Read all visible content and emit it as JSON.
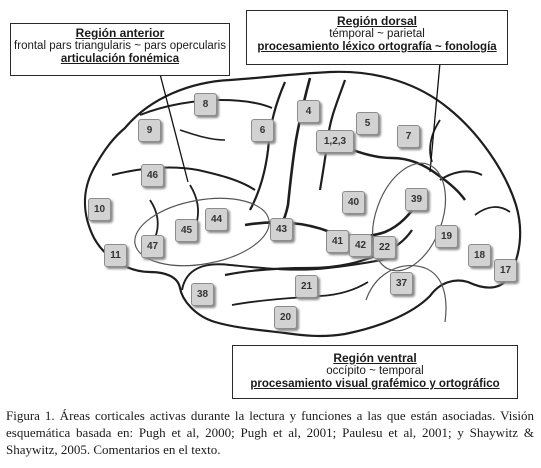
{
  "regions": {
    "anterior": {
      "title": "Región anterior",
      "areas": "frontal pars triangularis ~ pars opercularis",
      "function": "articulación fonémica"
    },
    "dorsal": {
      "title": "Región dorsal",
      "areas": "témporal ~ parietal",
      "function": "procesamiento léxico ortografía ~ fonología"
    },
    "ventral": {
      "title": "Región ventral",
      "areas": "occípito ~ temporal",
      "function": "procesamiento visual grafémico y ortográfico"
    }
  },
  "brodmann_areas": [
    "8",
    "4",
    "9",
    "6",
    "5",
    "1,2,3",
    "7",
    "46",
    "10",
    "40",
    "39",
    "44",
    "45",
    "43",
    "41",
    "42",
    "22",
    "19",
    "18",
    "47",
    "11",
    "17",
    "21",
    "37",
    "38",
    "20"
  ],
  "caption": "Figura 1. Áreas corticales activas durante la lectura y funciones a las que están asociadas. Visión esquemática basada en: Pugh et al, 2000; Pugh et al, 2001; Paulesu et al, 2001; y Shaywitz & Shaywitz, 2005. Comentarios en el texto."
}
